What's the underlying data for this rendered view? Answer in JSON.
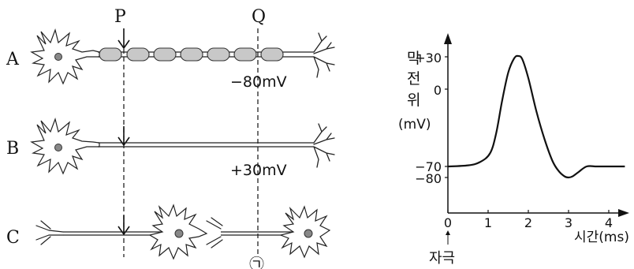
{
  "neurons": {
    "a_label": "A",
    "b_label": "B",
    "c_label": "C",
    "p_label": "P",
    "q_label": "Q",
    "a_potential": "−80mV",
    "b_potential": "+30mV",
    "c_marker": "㉠"
  },
  "graph": {
    "ylabel_chars": [
      "막",
      "전",
      "위",
      "(mV)"
    ],
    "xlabel": "시간(ms)",
    "stimulus_label": "자극",
    "y_ticks": [
      "+30",
      "0",
      "−70",
      "−80"
    ],
    "x_ticks": [
      "0",
      "1",
      "2",
      "3",
      "4"
    ]
  },
  "chart_data": {
    "type": "line",
    "series": [
      {
        "x": [
          0,
          0.5,
          0.8,
          1.05,
          1.2,
          1.35,
          1.5,
          1.65,
          1.75,
          1.85,
          2.0,
          2.2,
          2.4,
          2.6,
          2.75,
          2.9,
          3.0,
          3.1,
          3.25,
          3.45,
          3.7,
          4.0,
          4.4
        ],
        "y": [
          -70,
          -69,
          -66,
          -58,
          -40,
          -10,
          15,
          28,
          30,
          27,
          10,
          -20,
          -45,
          -65,
          -74,
          -79,
          -80,
          -79,
          -75,
          -70,
          -70,
          -70,
          -70
        ]
      }
    ],
    "x_ticks": [
      0,
      1,
      2,
      3,
      4
    ],
    "y_ticks": [
      30,
      0,
      -70,
      -80
    ]
  }
}
